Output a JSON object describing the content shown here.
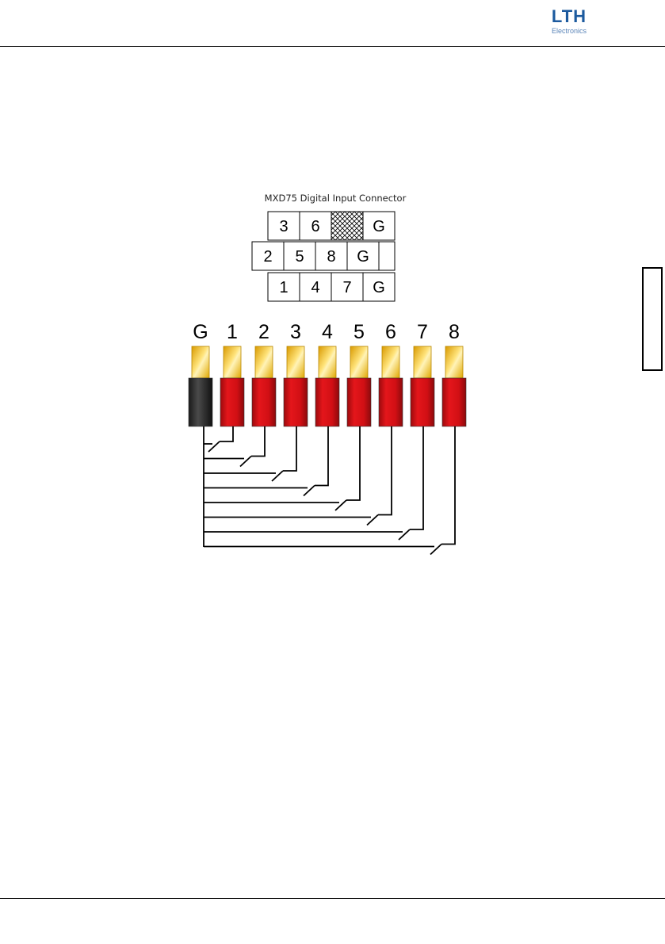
{
  "header": {
    "logo_text": "LTH",
    "logo_subtext": "Electronics"
  },
  "diagram": {
    "title": "MXD75 Digital Input Connector",
    "connector_rows": [
      [
        "3",
        "6",
        "",
        "G"
      ],
      [
        "2",
        "5",
        "8",
        "G"
      ],
      [
        "1",
        "4",
        "7",
        "G"
      ]
    ],
    "terminals": [
      "G",
      "1",
      "2",
      "3",
      "4",
      "5",
      "6",
      "7",
      "8"
    ],
    "colors": {
      "ground_sleeve": "#2b2b2b",
      "input_sleeve": "#d10f14",
      "pin_gold": "#f2c21a",
      "logo_blue": "#1c5a9e"
    }
  }
}
